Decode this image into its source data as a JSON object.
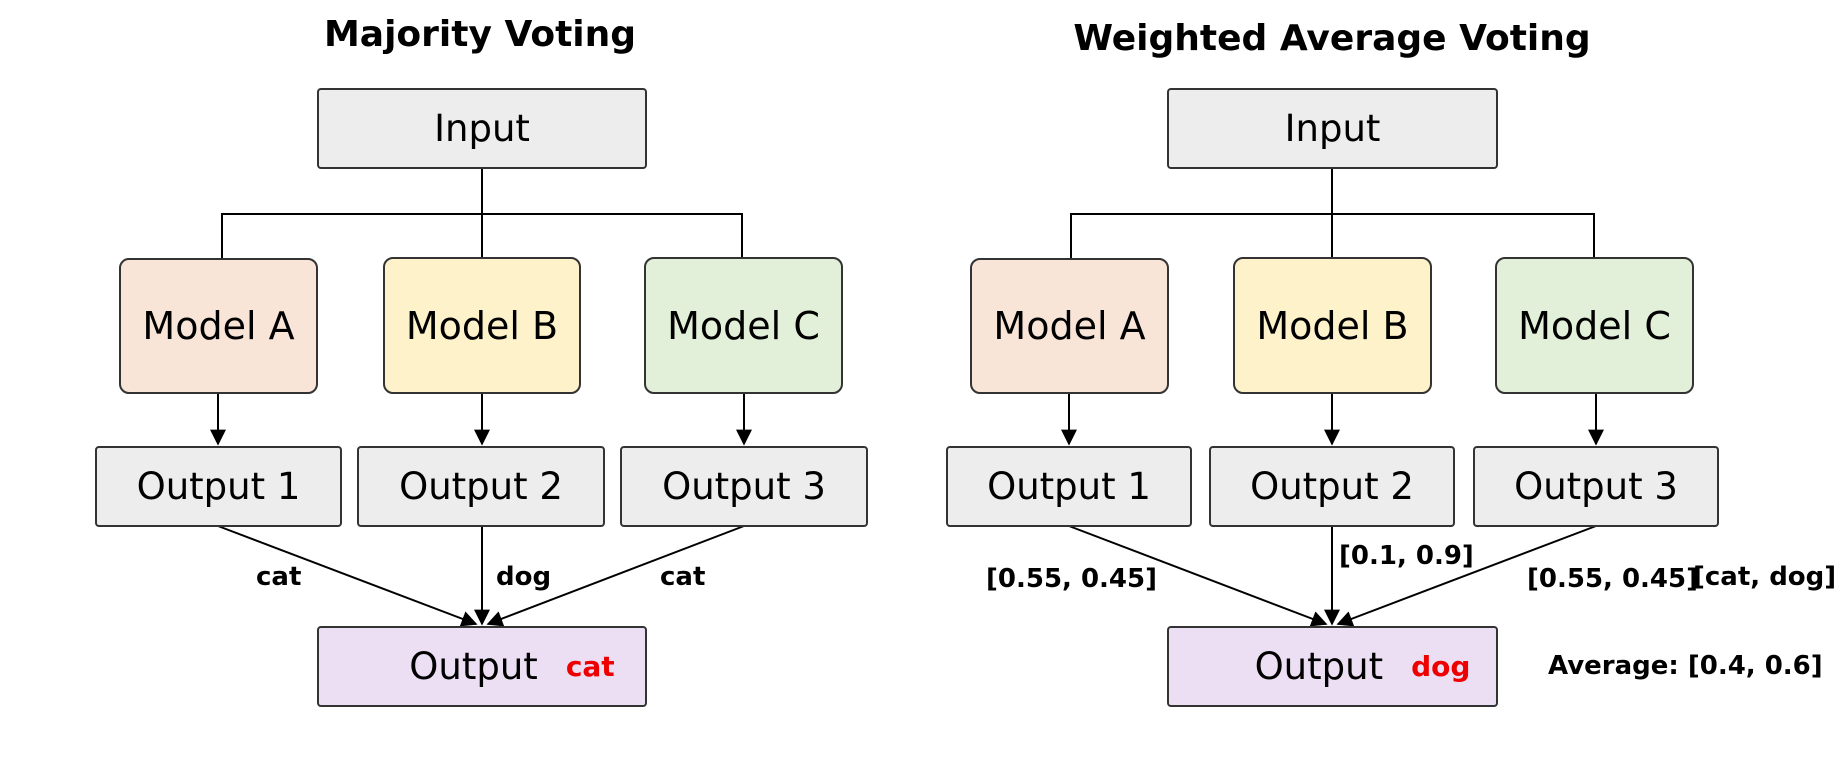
{
  "left": {
    "title": "Majority Voting",
    "input": "Input",
    "models": [
      "Model A",
      "Model B",
      "Model C"
    ],
    "outputs": [
      "Output 1",
      "Output 2",
      "Output 3"
    ],
    "votes": [
      "cat",
      "dog",
      "cat"
    ],
    "final_label": "Output",
    "final_result": "cat"
  },
  "right": {
    "title": "Weighted Average Voting",
    "input": "Input",
    "models": [
      "Model A",
      "Model B",
      "Model C"
    ],
    "outputs": [
      "Output 1",
      "Output 2",
      "Output 3"
    ],
    "probabilities": [
      "[0.55, 0.45]",
      "[0.1, 0.9]",
      "[0.55, 0.45]"
    ],
    "classes": "[cat, dog]",
    "average": "Average: [0.4, 0.6]",
    "final_label": "Output",
    "final_result": "dog"
  },
  "colors": {
    "model_a": "#f9e5d8",
    "model_b": "#fef2cb",
    "model_c": "#e2efd9",
    "box_gray": "#ededed",
    "final_box": "#ecdff4",
    "result_red": "#ee0000"
  }
}
